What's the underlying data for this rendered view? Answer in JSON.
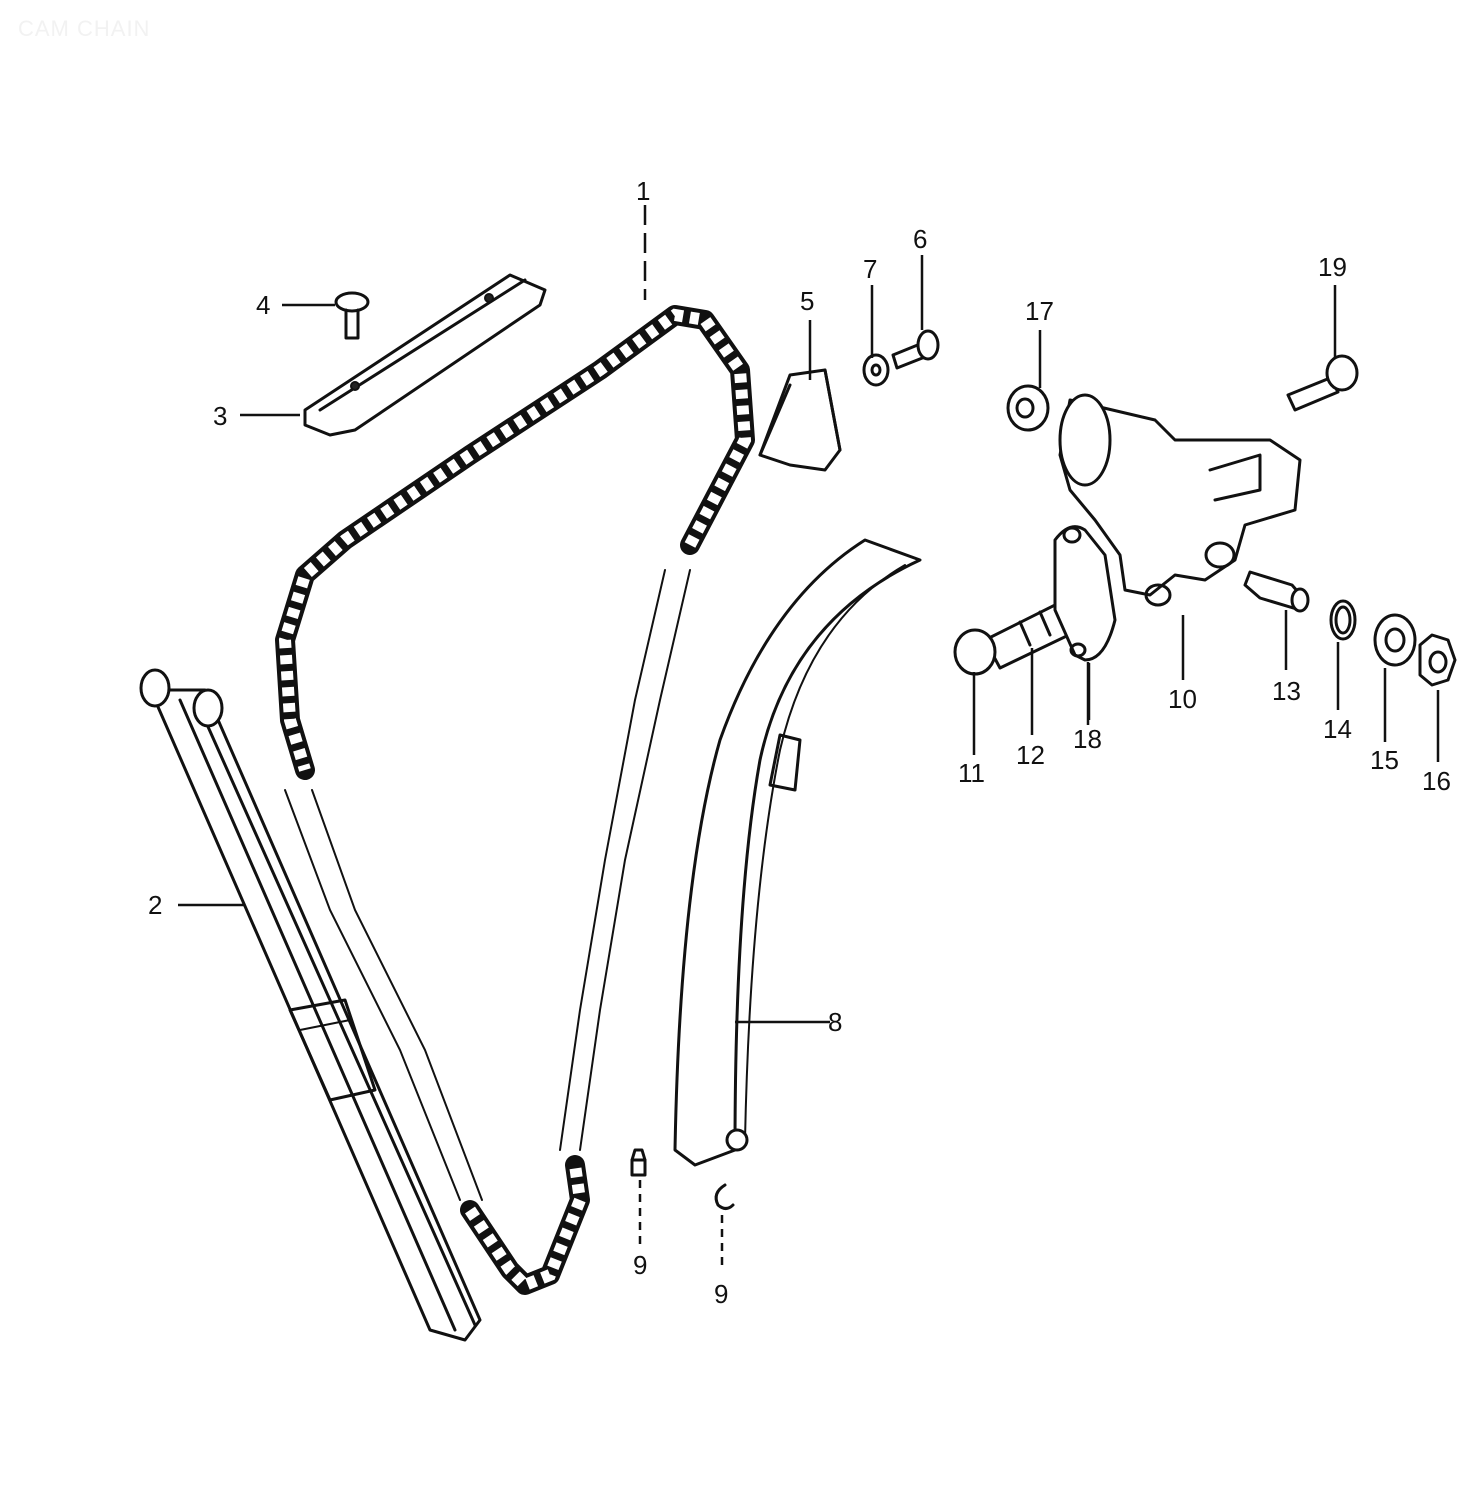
{
  "diagram": {
    "title": "CAM CHAIN",
    "callouts": {
      "c1": "1",
      "c2": "2",
      "c3": "3",
      "c4": "4",
      "c5": "5",
      "c6": "6",
      "c7": "7",
      "c8": "8",
      "c9a": "9",
      "c9b": "9",
      "c10": "10",
      "c11": "11",
      "c12": "12",
      "c13": "13",
      "c14": "14",
      "c15": "15",
      "c16": "16",
      "c17": "17",
      "c18": "18",
      "c19": "19"
    }
  }
}
